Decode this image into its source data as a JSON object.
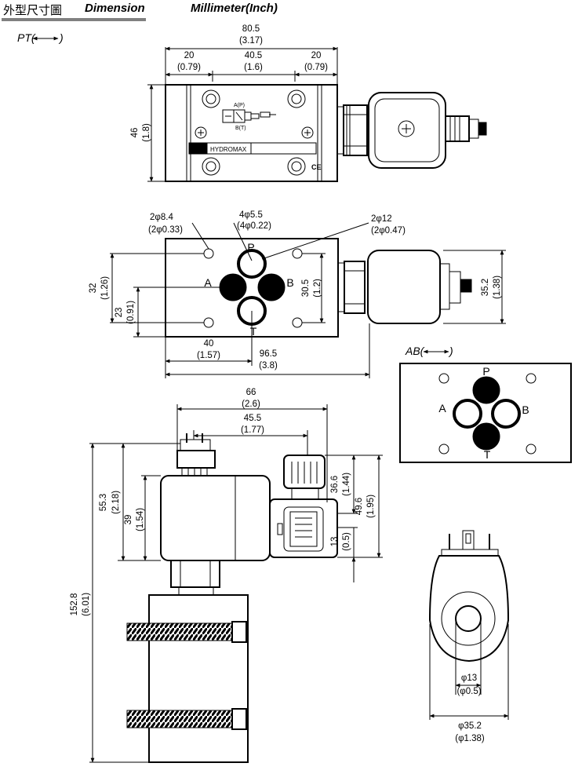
{
  "header": {
    "title_cn": "外型尺寸圖",
    "title_dimension": "Dimension",
    "title_units": "Millimeter(Inch)"
  },
  "views": {
    "pt_label": "PT(",
    "ab_label": "AB(",
    "brand": "HYDROMAX",
    "symbol_a": "A(P)",
    "symbol_b": "B(T)",
    "ce_mark": "CE"
  },
  "ports": {
    "P": "P",
    "A": "A",
    "B": "B",
    "T": "T"
  },
  "dimensions": {
    "top_overall_mm": "80.5",
    "top_overall_in": "(3.17)",
    "top_left_mm": "20",
    "top_left_in": "(0.79)",
    "top_mid_mm": "40.5",
    "top_mid_in": "(1.6)",
    "top_right_mm": "20",
    "top_right_in": "(0.79)",
    "top_height_mm": "46",
    "top_height_in": "(1.8)",
    "hole1_mm": "2φ8.4",
    "hole1_in": "(2φ0.33)",
    "hole2_mm": "4φ5.5",
    "hole2_in": "(4φ0.22)",
    "hole3_mm": "2φ12",
    "hole3_in": "(2φ0.47)",
    "face_32_mm": "32",
    "face_32_in": "(1.26)",
    "face_23_mm": "23",
    "face_23_in": "(0.91)",
    "face_305_mm": "30.5",
    "face_305_in": "(1.2)",
    "face_352_mm": "35.2",
    "face_352_in": "(1.38)",
    "face_40_mm": "40",
    "face_40_in": "(1.57)",
    "face_965_mm": "96.5",
    "face_965_in": "(3.8)",
    "side_66_mm": "66",
    "side_66_in": "(2.6)",
    "side_455_mm": "45.5",
    "side_455_in": "(1.77)",
    "side_553_mm": "55.3",
    "side_553_in": "(2.18)",
    "side_39_mm": "39",
    "side_39_in": "(1.54)",
    "side_366_mm": "36.6",
    "side_366_in": "(1.44)",
    "side_496_mm": "49.6",
    "side_496_in": "(1.95)",
    "side_13_mm": "13",
    "side_13_in": "(0.5)",
    "side_1528_mm": "152.8",
    "side_1528_in": "(6.01)",
    "coil_13_mm": "φ13",
    "coil_13_in": "(φ0.5)",
    "coil_352_mm": "φ35.2",
    "coil_352_in": "(φ1.38)"
  }
}
